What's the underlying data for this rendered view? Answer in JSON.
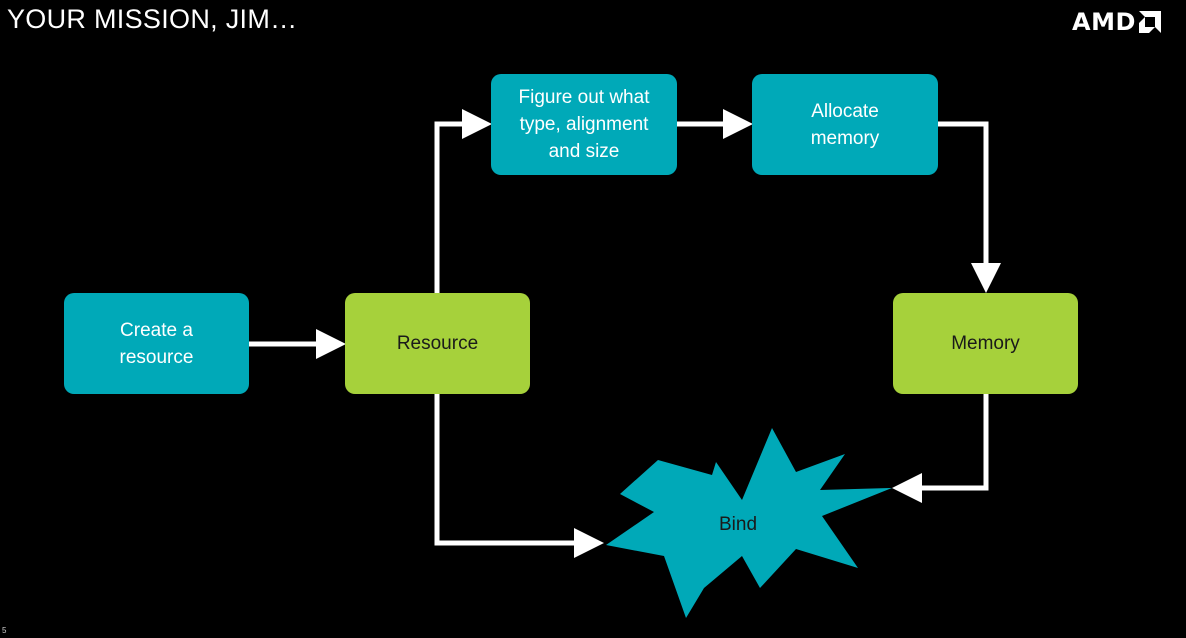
{
  "slide": {
    "title": "YOUR MISSION, JIM…",
    "page_number": "5"
  },
  "logo": {
    "text": "AMD",
    "icon": "amd-arrow-icon"
  },
  "colors": {
    "background": "#000000",
    "process_box": "#00a9b8",
    "object_box": "#a6d13b",
    "arrow": "#ffffff"
  },
  "nodes": {
    "create_resource": "Create a\nresource",
    "resource": "Resource",
    "figure_out": "Figure out what\ntype, alignment\nand size",
    "allocate_memory": "Allocate\nmemory",
    "memory": "Memory",
    "bind": "Bind"
  }
}
